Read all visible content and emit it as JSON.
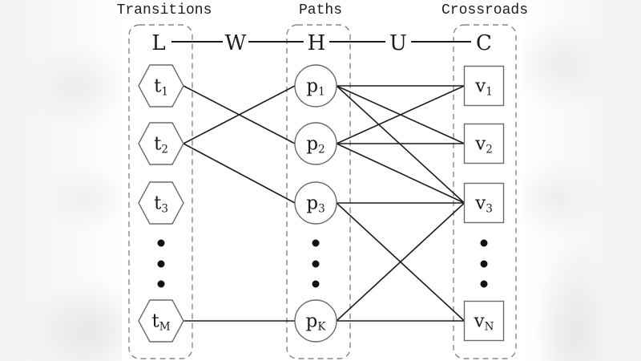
{
  "figure": {
    "column_titles": [
      {
        "id": "transitions",
        "label": "Transitions"
      },
      {
        "id": "paths",
        "label": "Paths"
      },
      {
        "id": "crossroads",
        "label": "Crossroads"
      }
    ],
    "weight_chain_letters": [
      "L",
      "W",
      "H",
      "U",
      "C"
    ],
    "columns": [
      {
        "id": "transitions",
        "shape": "hexagon",
        "nodes": [
          {
            "id": "t1",
            "base": "t",
            "sub": "1"
          },
          {
            "id": "t2",
            "base": "t",
            "sub": "2"
          },
          {
            "id": "t3",
            "base": "t",
            "sub": "3"
          },
          {
            "id": "tM",
            "base": "t",
            "sub": "M"
          }
        ],
        "ellipsis_dots": 3
      },
      {
        "id": "paths",
        "shape": "circle",
        "nodes": [
          {
            "id": "p1",
            "base": "p",
            "sub": "1"
          },
          {
            "id": "p2",
            "base": "p",
            "sub": "2"
          },
          {
            "id": "p3",
            "base": "p",
            "sub": "3"
          },
          {
            "id": "pK",
            "base": "p",
            "sub": "K"
          }
        ],
        "ellipsis_dots": 3
      },
      {
        "id": "crossroads",
        "shape": "square",
        "nodes": [
          {
            "id": "v1",
            "base": "v",
            "sub": "1"
          },
          {
            "id": "v2",
            "base": "v",
            "sub": "2"
          },
          {
            "id": "v3",
            "base": "v",
            "sub": "3"
          },
          {
            "id": "vN",
            "base": "v",
            "sub": "N"
          }
        ],
        "ellipsis_dots": 3
      }
    ],
    "edges": [
      [
        "t1",
        "p2"
      ],
      [
        "t2",
        "p1"
      ],
      [
        "t2",
        "p3"
      ],
      [
        "tM",
        "pK"
      ],
      [
        "p1",
        "v1"
      ],
      [
        "p1",
        "v2"
      ],
      [
        "p1",
        "v3"
      ],
      [
        "p2",
        "v1"
      ],
      [
        "p2",
        "v2"
      ],
      [
        "p2",
        "v3"
      ],
      [
        "p3",
        "v3"
      ],
      [
        "p3",
        "vN"
      ],
      [
        "pK",
        "v3"
      ],
      [
        "pK",
        "vN"
      ]
    ],
    "colors": {
      "ink": "#1c1c1c",
      "node_stroke": "#6b6b6b",
      "dashed_border": "#878787",
      "dot_fill": "#111111",
      "background": "#ffffff",
      "side_band": "#efefef"
    }
  }
}
